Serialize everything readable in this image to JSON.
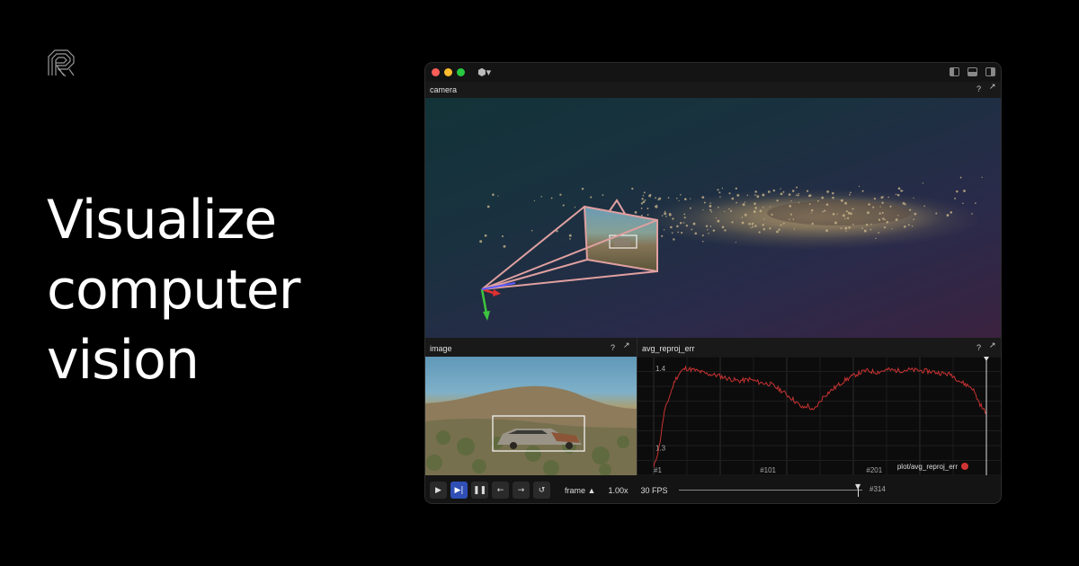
{
  "headline": {
    "line1": "Visualize",
    "line2": "computer",
    "line3": "vision"
  },
  "window": {
    "traffic_lights": [
      "#ff5f57",
      "#febc2e",
      "#28c840"
    ],
    "app_menu_icon": "rerun-menu-icon"
  },
  "panels": {
    "camera": {
      "title": "camera",
      "help": "?"
    },
    "image": {
      "title": "image",
      "help": "?"
    },
    "plot": {
      "title": "avg_reproj_err",
      "help": "?"
    }
  },
  "plot": {
    "y_ticks": [
      "1.4",
      "1.3"
    ],
    "x_ticks": [
      "#1",
      "#101",
      "#201"
    ],
    "series_label": "plot/avg_reproj_err",
    "series_color": "#c83232"
  },
  "chart_data": {
    "type": "line",
    "title": "avg_reproj_err",
    "xlabel": "",
    "ylabel": "",
    "x_ticks": [
      "#1",
      "#101",
      "#201"
    ],
    "y_ticks": [
      "1.4",
      "1.3"
    ],
    "ylim": [
      1.27,
      1.41
    ],
    "xlim": [
      1,
      314
    ],
    "series": [
      {
        "name": "plot/avg_reproj_err",
        "color": "#c83232",
        "points": [
          [
            1,
            1.275
          ],
          [
            6,
            1.3
          ],
          [
            11,
            1.345
          ],
          [
            16,
            1.365
          ],
          [
            21,
            1.385
          ],
          [
            26,
            1.395
          ],
          [
            31,
            1.4
          ],
          [
            41,
            1.397
          ],
          [
            51,
            1.393
          ],
          [
            61,
            1.391
          ],
          [
            71,
            1.387
          ],
          [
            81,
            1.384
          ],
          [
            91,
            1.386
          ],
          [
            101,
            1.382
          ],
          [
            111,
            1.38
          ],
          [
            121,
            1.372
          ],
          [
            131,
            1.362
          ],
          [
            141,
            1.35
          ],
          [
            146,
            1.353
          ],
          [
            151,
            1.346
          ],
          [
            156,
            1.355
          ],
          [
            161,
            1.365
          ],
          [
            171,
            1.375
          ],
          [
            181,
            1.385
          ],
          [
            191,
            1.392
          ],
          [
            201,
            1.397
          ],
          [
            211,
            1.395
          ],
          [
            221,
            1.398
          ],
          [
            231,
            1.397
          ],
          [
            241,
            1.398
          ],
          [
            251,
            1.397
          ],
          [
            261,
            1.396
          ],
          [
            271,
            1.394
          ],
          [
            281,
            1.392
          ],
          [
            291,
            1.382
          ],
          [
            301,
            1.375
          ],
          [
            306,
            1.36
          ],
          [
            311,
            1.348
          ],
          [
            314,
            1.345
          ]
        ]
      }
    ],
    "cursor_frame": 314
  },
  "controls": {
    "buttons": [
      "play",
      "step",
      "pause",
      "back",
      "forward",
      "loop"
    ],
    "timeline_dropdown": "frame",
    "speed": "1.00x",
    "fps": "30 FPS",
    "current_frame": "#314"
  }
}
